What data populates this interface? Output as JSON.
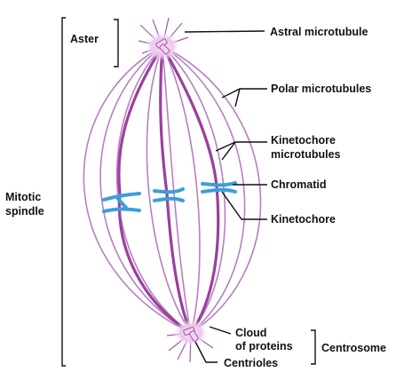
{
  "labels": {
    "aster": "Aster",
    "astral_microtubule": "Astral microtubule",
    "polar_microtubules": "Polar microtubules",
    "kinetochore_microtubules_line1": "Kinetochore",
    "kinetochore_microtubules_line2": "microtubules",
    "chromatid": "Chromatid",
    "kinetochore": "Kinetochore",
    "mitotic_spindle_line1": "Mitotic",
    "mitotic_spindle_line2": "spindle",
    "cloud_of_proteins_line1": "Cloud",
    "cloud_of_proteins_line2": "of proteins",
    "centrioles": "Centrioles",
    "centrosome": "Centrosome"
  },
  "colors": {
    "microtubule": "#a05aa8",
    "kinetochore_microtubule": "#9b3f9f",
    "centrosome_cloud": "#e8b8e6",
    "chromatid": "#3b9fd8",
    "leader_line": "#111111"
  }
}
